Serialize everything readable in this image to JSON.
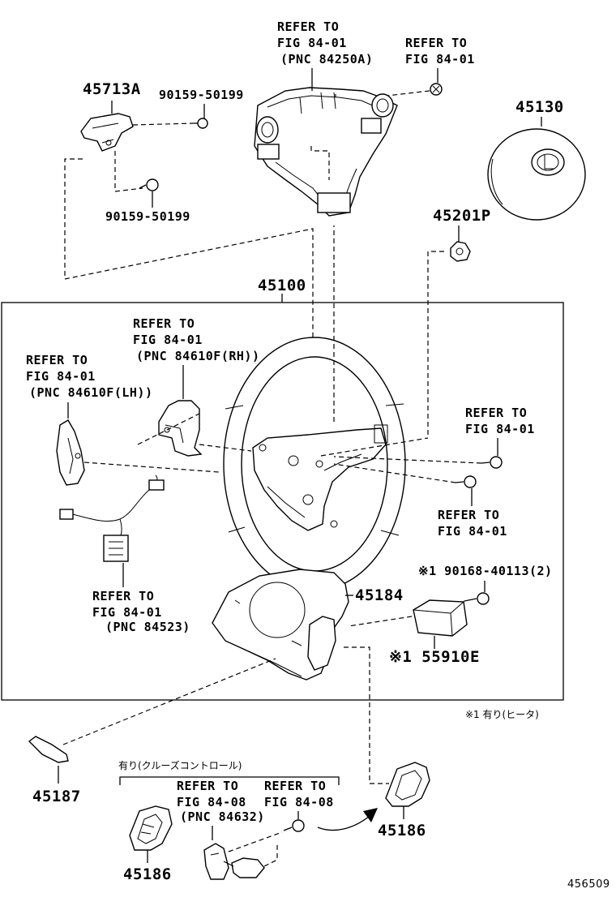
{
  "diagram": {
    "figure_number": "456509",
    "footnote": "※1 有り(ヒータ)",
    "cruise_group_label": "有り(クルーズコントロール)",
    "assembly_box_part": "45100",
    "part_numbers": {
      "p45713A": "45713A",
      "p90159_a": "90159-50199",
      "p90159_b": "90159-50199",
      "p45130": "45130",
      "p45201P": "45201P",
      "p45184": "45184",
      "p90168": "※1 90168-40113(2)",
      "p55910E": "※1 55910E",
      "p45187": "45187",
      "p45186_l": "45186",
      "p45186_r": "45186"
    },
    "references": {
      "top_center": [
        "REFER TO",
        "FIG 84-01",
        "(PNC 84250A)"
      ],
      "top_right": [
        "REFER TO",
        "FIG 84-01"
      ],
      "rh_paddle": [
        "REFER TO",
        "FIG 84-01",
        "(PNC 84610F(RH))"
      ],
      "lh_paddle": [
        "REFER TO",
        "FIG 84-01",
        "(PNC 84610F(LH))"
      ],
      "right_screw_1": [
        "REFER TO",
        "FIG 84-01"
      ],
      "right_screw_2": [
        "REFER TO",
        "FIG 84-01"
      ],
      "harness": [
        "REFER TO",
        "FIG 84-01",
        "(PNC 84523)"
      ],
      "cruise_1": [
        "REFER TO",
        "FIG 84-08",
        "(PNC 84632)"
      ],
      "cruise_2": [
        "REFER TO",
        "FIG 84-08"
      ]
    }
  }
}
